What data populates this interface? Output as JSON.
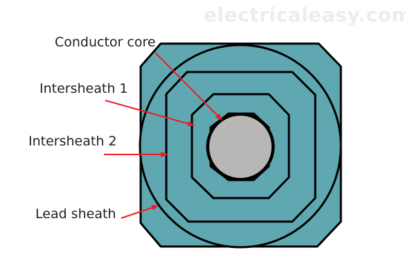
{
  "watermark": "electricaleasy.com",
  "labels": {
    "conductor_core": "Conductor core",
    "intersheath_1": "Intersheath 1",
    "intersheath_2": "Intersheath 2",
    "lead_sheath": "Lead sheath"
  },
  "colors": {
    "sheath_fill": "#5fa8b1",
    "core_fill": "#b9b6b6",
    "outline": "#000000",
    "arrow": "#ee1c25",
    "text": "#1f1f1f",
    "watermark": "#ededed"
  }
}
